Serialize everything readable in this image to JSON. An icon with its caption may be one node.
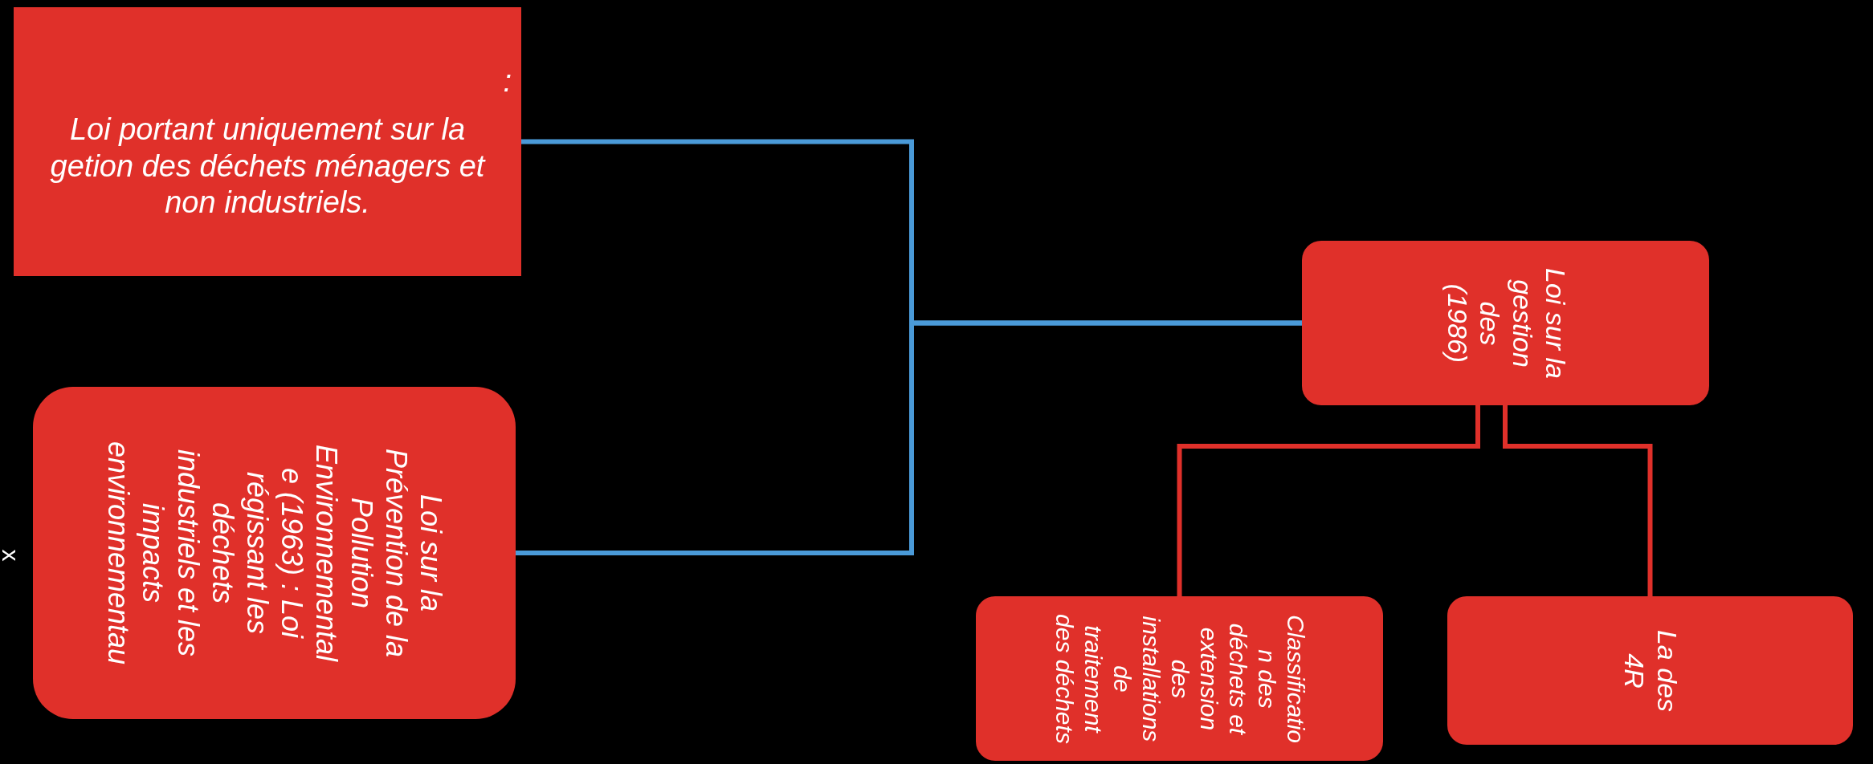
{
  "diagram": {
    "nodes": [
      {
        "text": [
          ":",
          "Loi portant uniquement sur la getion des déchets ménagers et non industriels."
        ]
      },
      {
        "text": [
          "Loi sur la Prévention de la Pollution Environnementale (1963) : Loi régissant les déchets industriels et les impacts environnementau"
        ],
        "beside": [
          "x"
        ]
      },
      {
        "text": [
          "Loi sur la gestion des (1986)"
        ]
      },
      {
        "text": [
          "Classification des déchets et extension des installations de traitement des déchets"
        ]
      },
      {
        "text": [
          "La des 4R"
        ]
      }
    ],
    "edges": [
      {
        "from": 0,
        "to": 2,
        "arrow": "none",
        "color": "#4a9ad8"
      },
      {
        "from": 1,
        "to": 2,
        "arrow": "none",
        "color": "#4a9ad8"
      },
      {
        "from": 2,
        "to": 3,
        "arrow": "none",
        "color": "#e0302a"
      },
      {
        "from": 2,
        "to": 4,
        "arrow": "none",
        "color": "#e0302a"
      }
    ]
  }
}
